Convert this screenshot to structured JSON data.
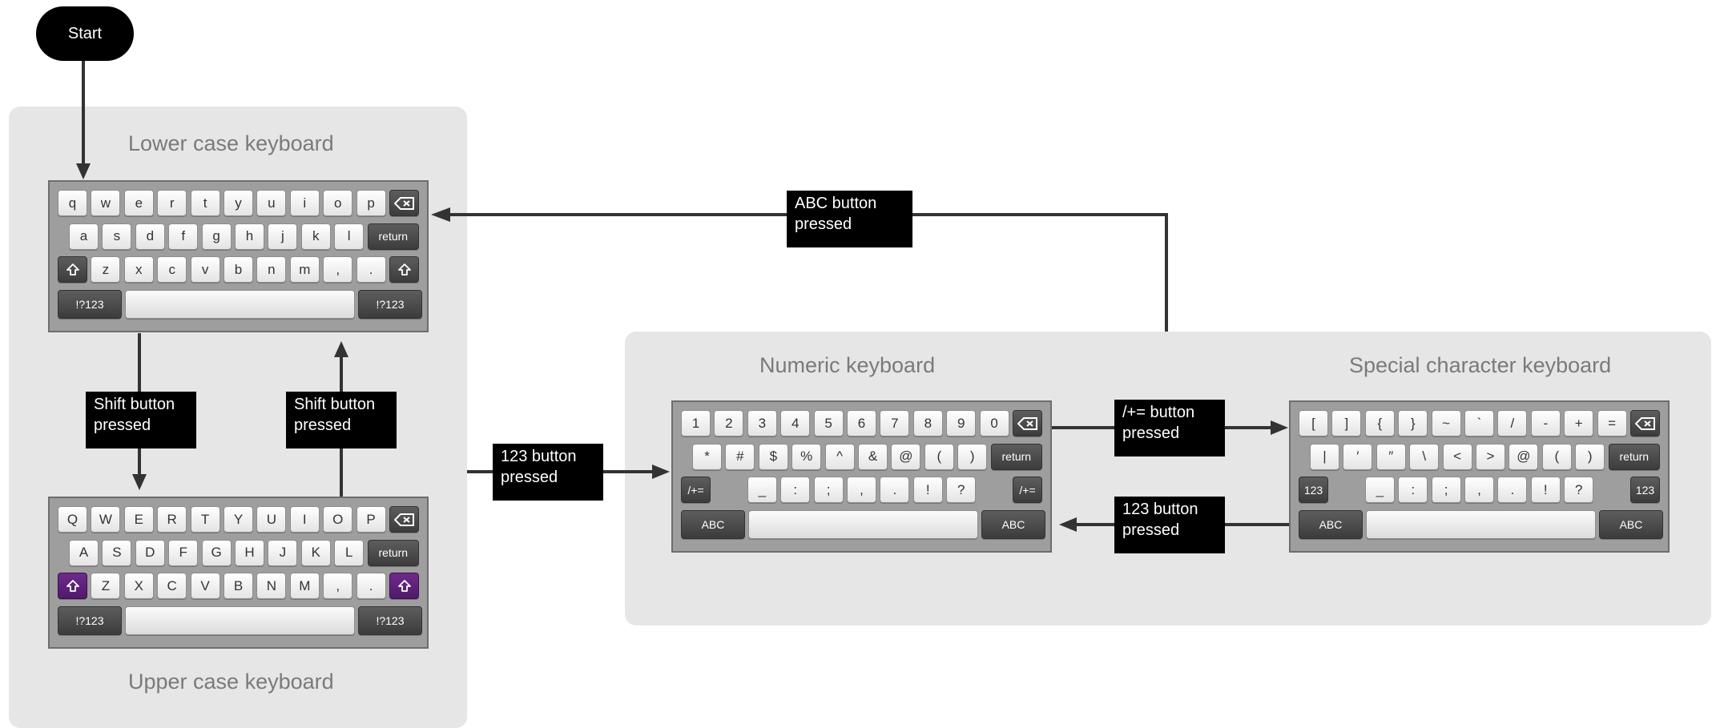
{
  "start_label": "Start",
  "panels": {
    "lower_title": "Lower case keyboard",
    "upper_title": "Upper case keyboard",
    "numeric_title": "Numeric keyboard",
    "special_title": "Special character keyboard"
  },
  "transitions": {
    "abc": [
      "ABC button",
      "pressed"
    ],
    "shift_down": [
      "Shift button",
      "pressed"
    ],
    "shift_up": [
      "Shift button",
      "pressed"
    ],
    "to_numeric": [
      "123 button",
      "pressed"
    ],
    "to_special": [
      "/+= button",
      "pressed"
    ],
    "to_numeric_back": [
      "123 button",
      "pressed"
    ]
  },
  "keyboards": {
    "lower": {
      "row1": [
        "q",
        "w",
        "e",
        "r",
        "t",
        "y",
        "u",
        "i",
        "o",
        "p"
      ],
      "row2": [
        "a",
        "s",
        "d",
        "f",
        "g",
        "h",
        "j",
        "k",
        "l"
      ],
      "row3": [
        "z",
        "x",
        "c",
        "v",
        "b",
        "n",
        "m",
        ",",
        "."
      ],
      "return_label": "return",
      "left_mode": "!?123",
      "right_mode": "!?123"
    },
    "upper": {
      "row1": [
        "Q",
        "W",
        "E",
        "R",
        "T",
        "Y",
        "U",
        "I",
        "O",
        "P"
      ],
      "row2": [
        "A",
        "S",
        "D",
        "F",
        "G",
        "H",
        "J",
        "K",
        "L"
      ],
      "row3": [
        "Z",
        "X",
        "C",
        "V",
        "B",
        "N",
        "M",
        ",",
        "."
      ],
      "return_label": "return",
      "left_mode": "!?123",
      "right_mode": "!?123"
    },
    "numeric": {
      "row1": [
        "1",
        "2",
        "3",
        "4",
        "5",
        "6",
        "7",
        "8",
        "9",
        "0"
      ],
      "row2": [
        "*",
        "#",
        "$",
        "%",
        "^",
        "&",
        "@",
        "(",
        ")"
      ],
      "row3": [
        "_",
        ":",
        ";",
        ",",
        ".",
        "!",
        "?"
      ],
      "return_label": "return",
      "row3_left": "/+=",
      "row3_right": "/+=",
      "left_mode": "ABC",
      "right_mode": "ABC"
    },
    "special": {
      "row1": [
        "[",
        "]",
        "{",
        "}",
        "~",
        "`",
        "/",
        "-",
        "+",
        "="
      ],
      "row2": [
        "|",
        "′",
        "″",
        "\\",
        "<",
        ">",
        "@",
        "(",
        ")"
      ],
      "row3": [
        "_",
        ":",
        ";",
        ",",
        ".",
        "!",
        "?"
      ],
      "return_label": "return",
      "row3_left": "123",
      "row3_right": "123",
      "left_mode": "ABC",
      "right_mode": "ABC"
    }
  },
  "colors": {
    "panel": "#e6e6e6",
    "keyboard_frame": "#9e9e9e",
    "dark_key": "#444444",
    "shift_active": "#5e2278",
    "label_bg": "#000000",
    "arrow": "#333333"
  }
}
